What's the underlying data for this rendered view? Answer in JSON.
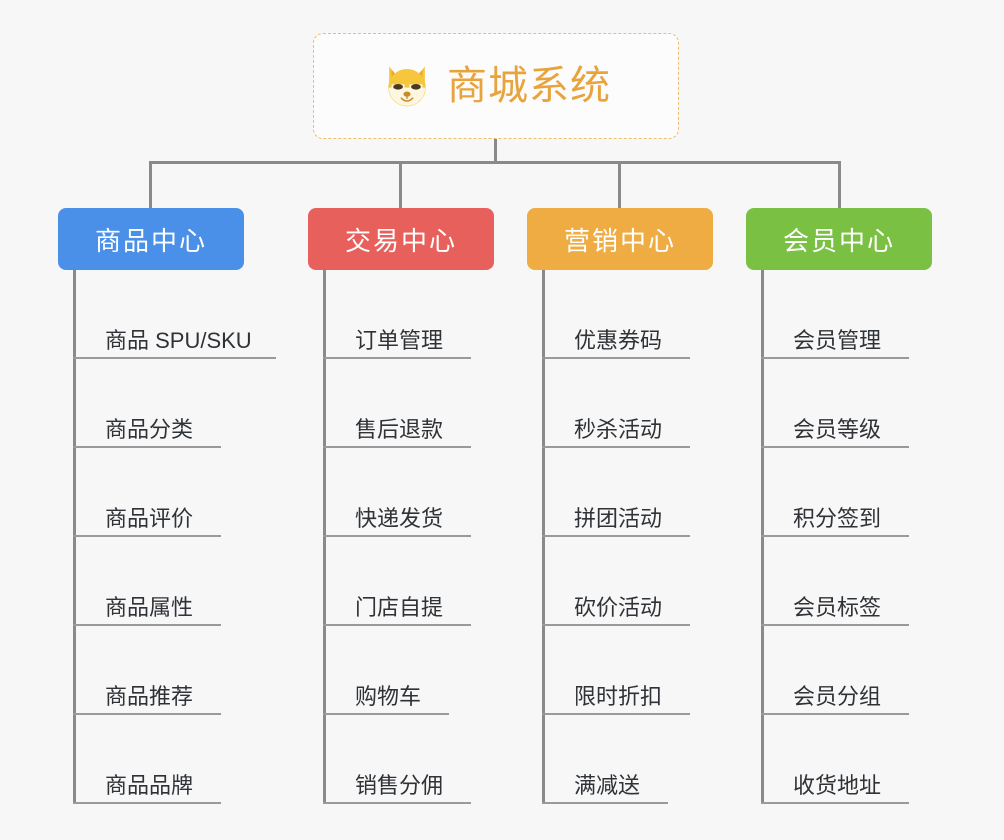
{
  "root": {
    "title": "商城系统",
    "icon": "shiba-dog-emoji",
    "border_color": "#edbd6a",
    "text_color": "#e8a33d"
  },
  "connector_color": "#8a8a8a",
  "background_color": "#f7f7f7",
  "branches": [
    {
      "label": "商品中心",
      "color": "#4a90e8",
      "items": [
        "商品 SPU/SKU",
        "商品分类",
        "商品评价",
        "商品属性",
        "商品推荐",
        "商品品牌"
      ]
    },
    {
      "label": "交易中心",
      "color": "#e8605b",
      "items": [
        "订单管理",
        "售后退款",
        "快递发货",
        "门店自提",
        "购物车",
        "销售分佣"
      ]
    },
    {
      "label": "营销中心",
      "color": "#eeac43",
      "items": [
        "优惠券码",
        "秒杀活动",
        "拼团活动",
        "砍价活动",
        "限时折扣",
        "满减送"
      ]
    },
    {
      "label": "会员中心",
      "color": "#7ac churches"
    }
  ]
}
